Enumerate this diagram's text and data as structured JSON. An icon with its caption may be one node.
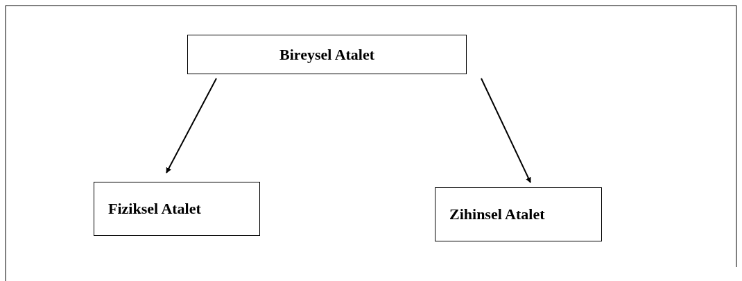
{
  "diagram": {
    "nodes": [
      {
        "text": [
          "Bireysel Atalet"
        ]
      },
      {
        "text": [
          "Fiziksel Atalet"
        ]
      },
      {
        "text": [
          "Zihinsel Atalet"
        ]
      }
    ],
    "edges": [
      {
        "from": 0,
        "to": 1,
        "arrow": "to"
      },
      {
        "from": 0,
        "to": 2,
        "arrow": "to"
      }
    ]
  }
}
